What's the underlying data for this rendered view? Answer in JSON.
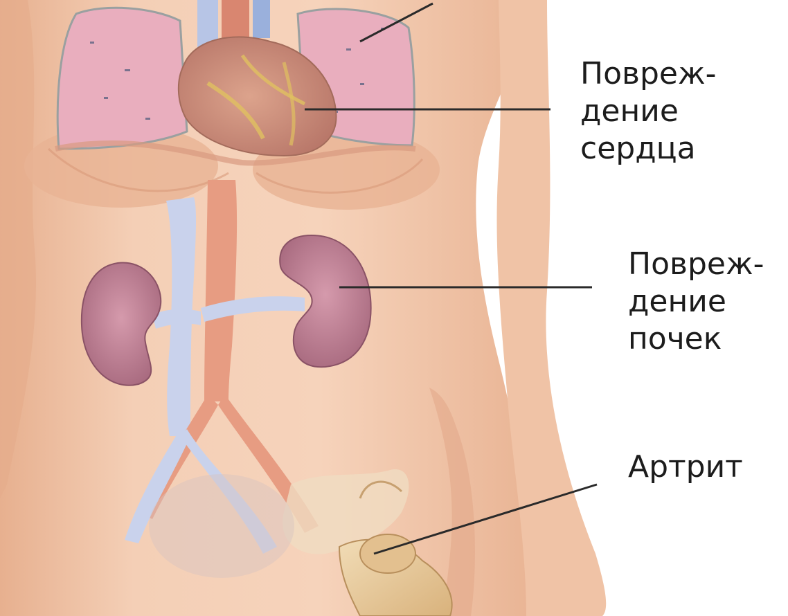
{
  "labels": {
    "heart": {
      "line1": "Повреж-",
      "line2": "дение",
      "line3": "сердца"
    },
    "kidney": {
      "line1": "Повреж-",
      "line2": "дение",
      "line3": "почек"
    },
    "arthritis": {
      "line1": "Артрит"
    }
  },
  "colors": {
    "skin": "#f3cbb1",
    "skin_shadow": "#e2a98a",
    "lung": "#eab0c0",
    "heart": "#c98c7a",
    "kidney": "#b77f91",
    "vein": "#c9d2ec",
    "artery": "#e79c82",
    "bone": "#e8c99a",
    "leader_line": "#2a2a2a",
    "text": "#1c1c1c"
  }
}
